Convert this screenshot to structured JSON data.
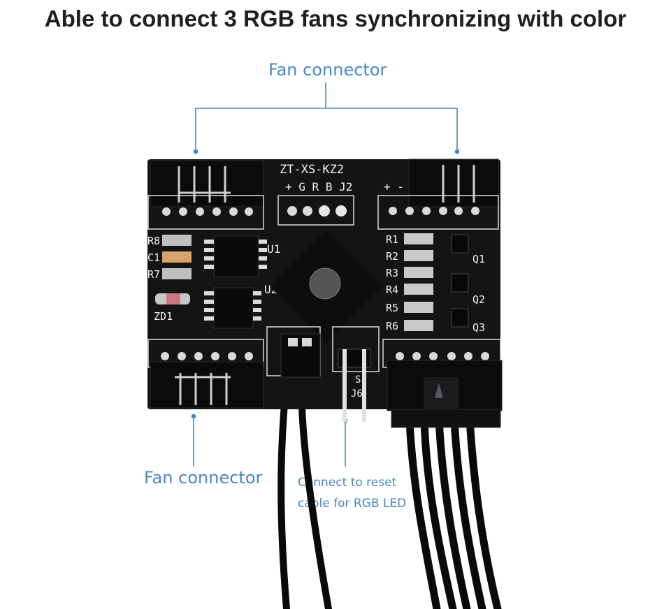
{
  "headline": "Able to connect 3 RGB fans synchronizing with color",
  "callouts": {
    "fan_connector_top": "Fan connector",
    "fan_connector_bottom": "Fan connector",
    "reset_line1": "Connect to reset",
    "reset_line2": "cable for RGB LED"
  },
  "board": {
    "model": "ZT-XS-KZ2",
    "header_pins": "+ G R B J2",
    "plus_minus": "+ -",
    "u1": "U1",
    "u2": "U2",
    "zd1": "ZD1",
    "r8": "R8",
    "c1": "C1",
    "r7": "R7",
    "r1": "R1",
    "r2": "R2",
    "r3": "R3",
    "r4": "R4",
    "r5": "R5",
    "r6": "R6",
    "q1": "Q1",
    "q2": "Q2",
    "q3": "Q3",
    "j6": "J6",
    "s": "S"
  },
  "colors": {
    "callout": "#4a86c8",
    "board": "#141414",
    "silkscreen": "#f2f2f2",
    "cable": "#0a0a0a"
  }
}
